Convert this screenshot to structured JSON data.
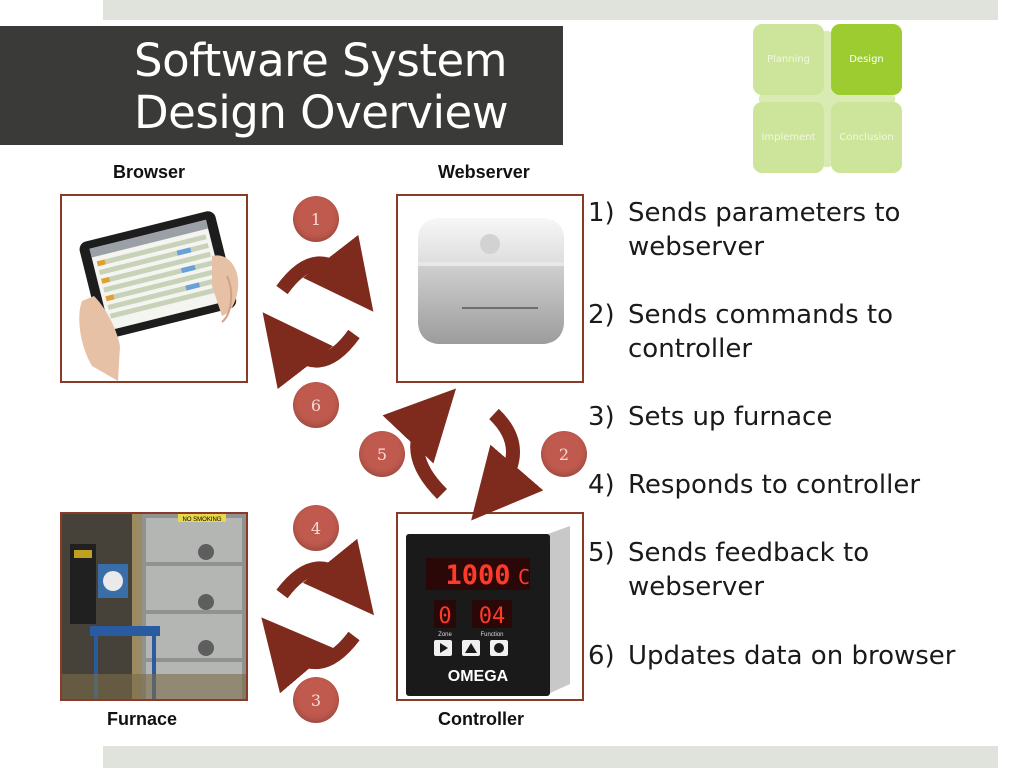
{
  "title": {
    "line1": "Software System",
    "line2": "Design Overview"
  },
  "nav": {
    "items": [
      {
        "label": "Planning",
        "active": false
      },
      {
        "label": "Design",
        "active": true
      },
      {
        "label": "Implement",
        "active": false
      },
      {
        "label": "Conclusion",
        "active": false
      }
    ]
  },
  "components": {
    "browser": "Browser",
    "webserver": "Webserver",
    "furnace": "Furnace",
    "controller": "Controller"
  },
  "flow_numbers": [
    "1",
    "2",
    "3",
    "4",
    "5",
    "6"
  ],
  "controller_display": {
    "temperature": "1000",
    "unit": "C",
    "zone": "0",
    "function": "04",
    "zone_label": "Zone",
    "function_label": "Function",
    "brand": "OMEGA"
  },
  "furnace_sign": "NO SMOKING",
  "steps": [
    {
      "num": "1)",
      "text": "Sends parameters to webserver"
    },
    {
      "num": "2)",
      "text": "Sends commands to controller"
    },
    {
      "num": "3)",
      "text": "Sets up furnace"
    },
    {
      "num": "4)",
      "text": "Responds to controller"
    },
    {
      "num": "5)",
      "text": "Sends feedback to webserver"
    },
    {
      "num": "6)",
      "text": "Updates data on browser"
    }
  ],
  "colors": {
    "accent_dark": "#3a3a38",
    "arrow": "#7e2a1c",
    "badge": "#c05a4e",
    "nav_active": "#9ccc30",
    "nav_tile": "#cde59a"
  }
}
